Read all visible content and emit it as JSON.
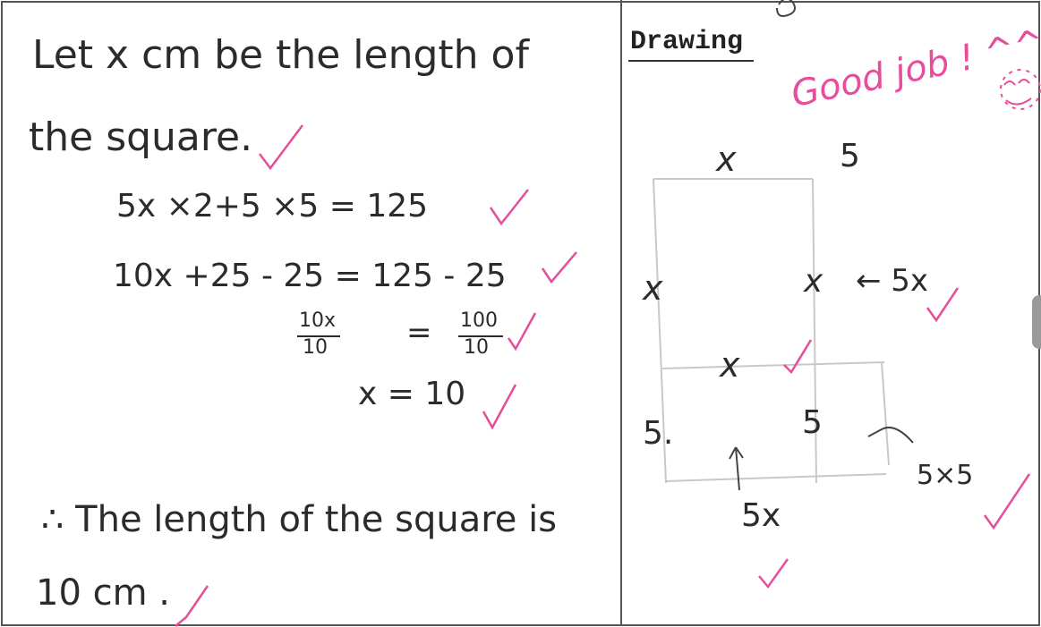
{
  "solution": {
    "intro_line1": "Let x cm be the length of",
    "intro_line2": "the square.",
    "eq1": "5x ×2+5 ×5  =  125",
    "eq2": "10x  +25 - 25     = 125 - 25",
    "eq3_left_num": "10x",
    "eq3_left_den": "10",
    "eq3_equals": "=",
    "eq3_right_num": "100",
    "eq3_right_den": "10",
    "eq4": "x  =  10",
    "conclusion_line1": "∴ The length of the square is",
    "conclusion_line2": "10 cm ."
  },
  "drawing": {
    "heading": "Drawing",
    "teacher_comment": "Good job ! ^^",
    "labels": {
      "top_x": "x",
      "top_5": "5",
      "left_x": "x",
      "right_x": "x",
      "right_arrow_5x": "← 5x",
      "inner_x": "x",
      "left_5": "5.",
      "inner_5": "5",
      "bottom_5x": "5x",
      "corner_5x5": "5×5"
    }
  },
  "colors": {
    "ink": "#2b2b2b",
    "teacher_pen": "#e64d9a",
    "border": "#555555",
    "guide_lines": "#c8c8c8"
  }
}
